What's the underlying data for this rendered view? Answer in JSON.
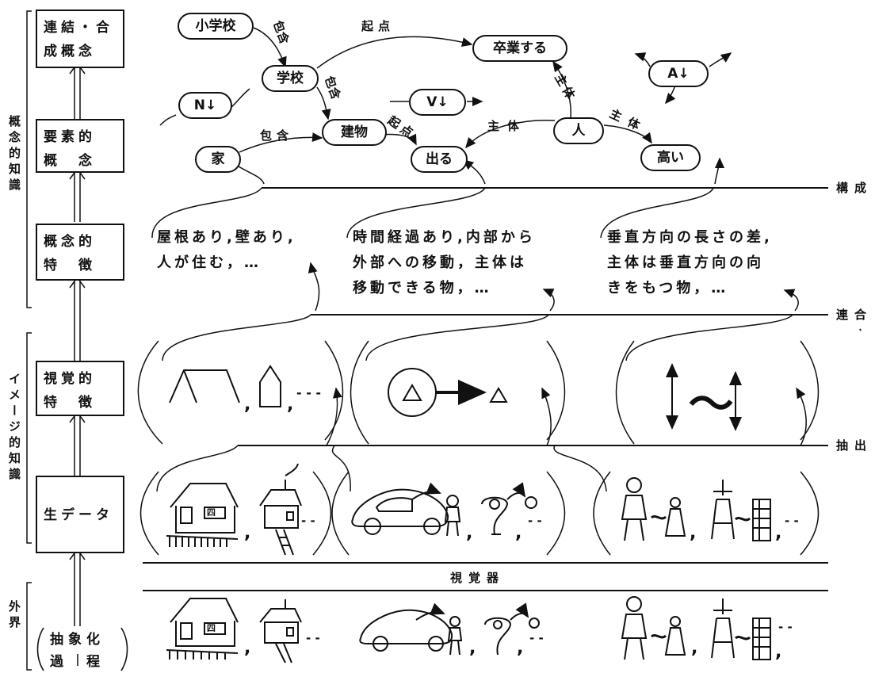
{
  "left_axis": {
    "conceptual_knowledge": "概念的知識",
    "image_knowledge": "イメージ的知識",
    "external_world": "外界"
  },
  "levels": {
    "combined_concept": [
      "連結・合",
      "成概念"
    ],
    "elementary_concept": [
      "要素的",
      "概　念"
    ],
    "conceptual_feature": [
      "概念的",
      "特　徴"
    ],
    "visual_feature": [
      "視覚的",
      "特　徴"
    ],
    "raw_data": [
      "生データ"
    ],
    "abstraction": [
      "抽象化",
      "過　程"
    ]
  },
  "network": {
    "nodes": {
      "elementary_school": "小学校",
      "school": "学校",
      "graduate": "卒業する",
      "N": "N↓",
      "V": "V↓",
      "A": "A↓",
      "house": "家",
      "building": "建物",
      "exit": "出る",
      "person": "人",
      "tall": "高い"
    },
    "edges": {
      "include1": "包含",
      "include2": "包含",
      "include3": "包含",
      "origin1": "起点",
      "origin2": "起点",
      "subject1": "主体",
      "subject2": "主体",
      "subject3": "主体"
    }
  },
  "right_labels": {
    "compose": "構成",
    "associate": "連合",
    "extract": "抽出"
  },
  "features": {
    "house": [
      "屋根あり,壁あり,",
      "人が住む，…"
    ],
    "exit": [
      "時間経過あり,内部から",
      "外部への移動，主体は",
      "移動できる物，…"
    ],
    "tall": [
      "垂直方向の長さの差,",
      "主体は垂直方向の向",
      "きをもつ物，…"
    ]
  },
  "visual": {
    "dashes": "- - -"
  },
  "raw": {
    "window_text": "四",
    "trail": "- -"
  },
  "sensor": "視覚器",
  "external": {
    "window_text": "四",
    "trail": "- -"
  }
}
